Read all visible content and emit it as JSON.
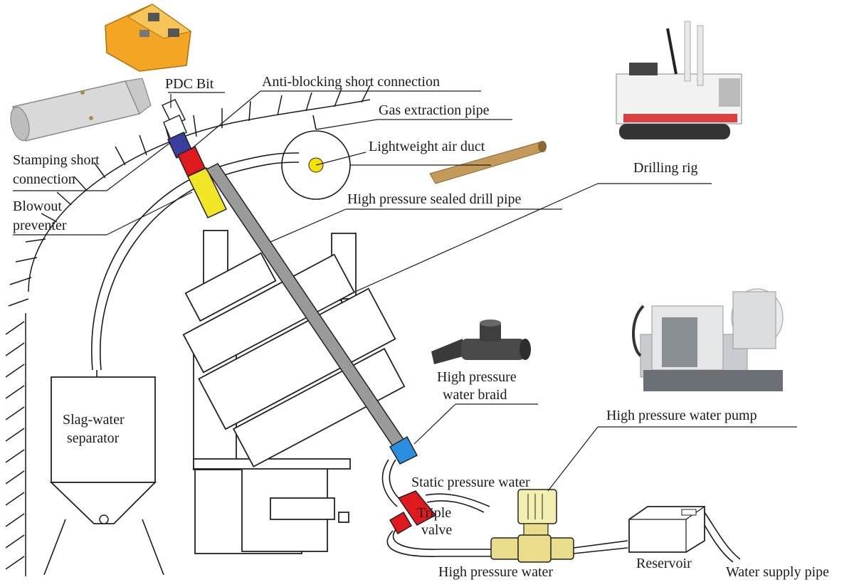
{
  "labels": {
    "pdc_bit": "PDC Bit",
    "anti_blocking": "Anti-blocking short connection",
    "gas_extraction": "Gas extraction pipe",
    "air_duct": "Lightweight air duct",
    "stamping_1": "Stamping short",
    "stamping_2": "connection",
    "blowout_1": "Blowout",
    "blowout_2": "preventer",
    "drill_pipe": "High pressure  sealed drill pipe",
    "drilling_rig": "Drilling rig",
    "separator_1": "Slag-water",
    "separator_2": "separator",
    "braid_1": "High pressure",
    "braid_2": "water braid",
    "pump": "High pressure water pump",
    "static_water": "Static pressure water",
    "triple_1": "Triple",
    "triple_2": "valve",
    "hp_water": "High pressure water",
    "reservoir": "Reservoir",
    "supply_pipe": "Water supply pipe"
  },
  "colors": {
    "pdc_bit": "#f2a623",
    "stamping": "#3a3f9e",
    "anti_blocking": "#e0191f",
    "blowout": "#f1e626",
    "drill_pipe": "#9a9a9a",
    "braid": "#2a8fe0",
    "triple_valve": "#e0191f",
    "pump_motor": "#f3efb0",
    "fitting": "#e9dc8a",
    "air_duct": "#c49a5a",
    "gas_dot": "#f5e200"
  },
  "icons": [
    "pdc-bit-photo",
    "stamping-connection-photo",
    "drilling-rig-photo",
    "water-braid-photo",
    "water-pump-photo",
    "air-duct-photo"
  ]
}
